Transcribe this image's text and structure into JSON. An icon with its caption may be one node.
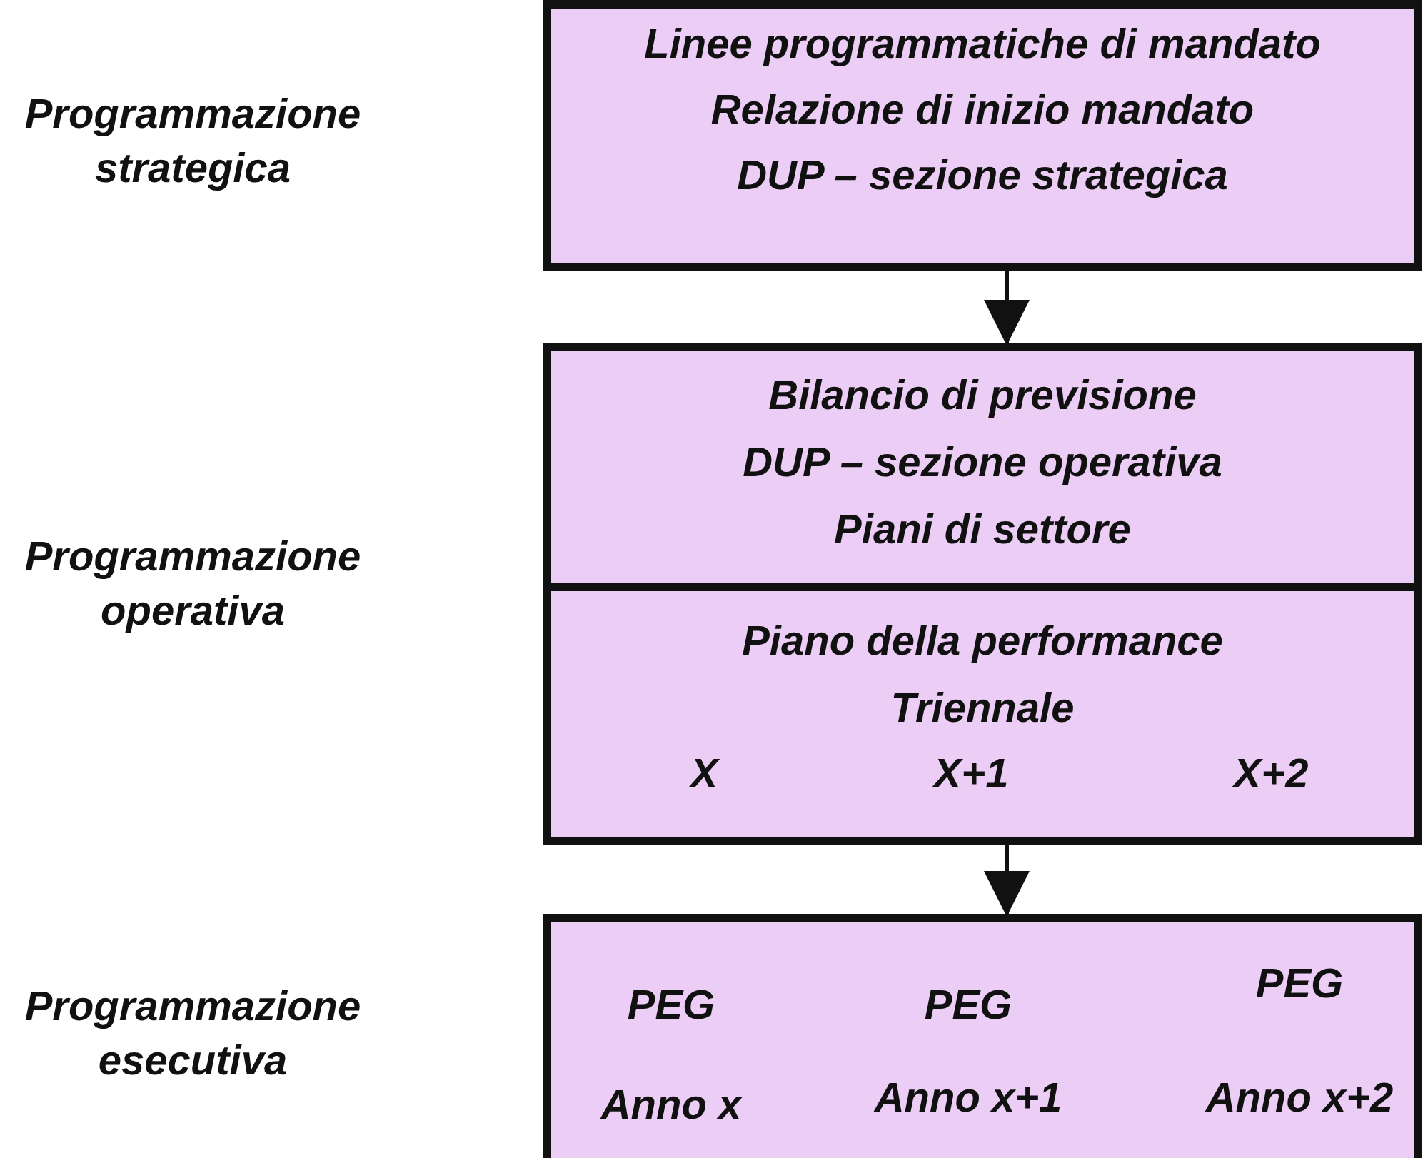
{
  "diagram": {
    "nodes": [
      {
        "text": [
          "Linee programmatiche di mandato",
          "Relazione di inizio mandato",
          "DUP – sezione strategica"
        ]
      },
      {
        "text": [
          "Bilancio di previsione",
          "DUP – sezione operativa",
          "Piani di settore"
        ]
      },
      {
        "text": [
          "Piano della performance",
          "Triennale",
          "X",
          "X+1",
          "X+2"
        ]
      },
      {
        "text": [
          "PEG",
          "Anno x",
          "PEG",
          "Anno x+1",
          "PEG",
          "Anno x+2"
        ]
      }
    ],
    "edges": [
      {
        "from": 0,
        "to": 1,
        "arrow": "to"
      },
      {
        "from": 2,
        "to": 3,
        "arrow": "to"
      }
    ],
    "labels": [
      "Programmazione strategica",
      "Programmazione operativa",
      "Programmazione esecutiva"
    ]
  }
}
